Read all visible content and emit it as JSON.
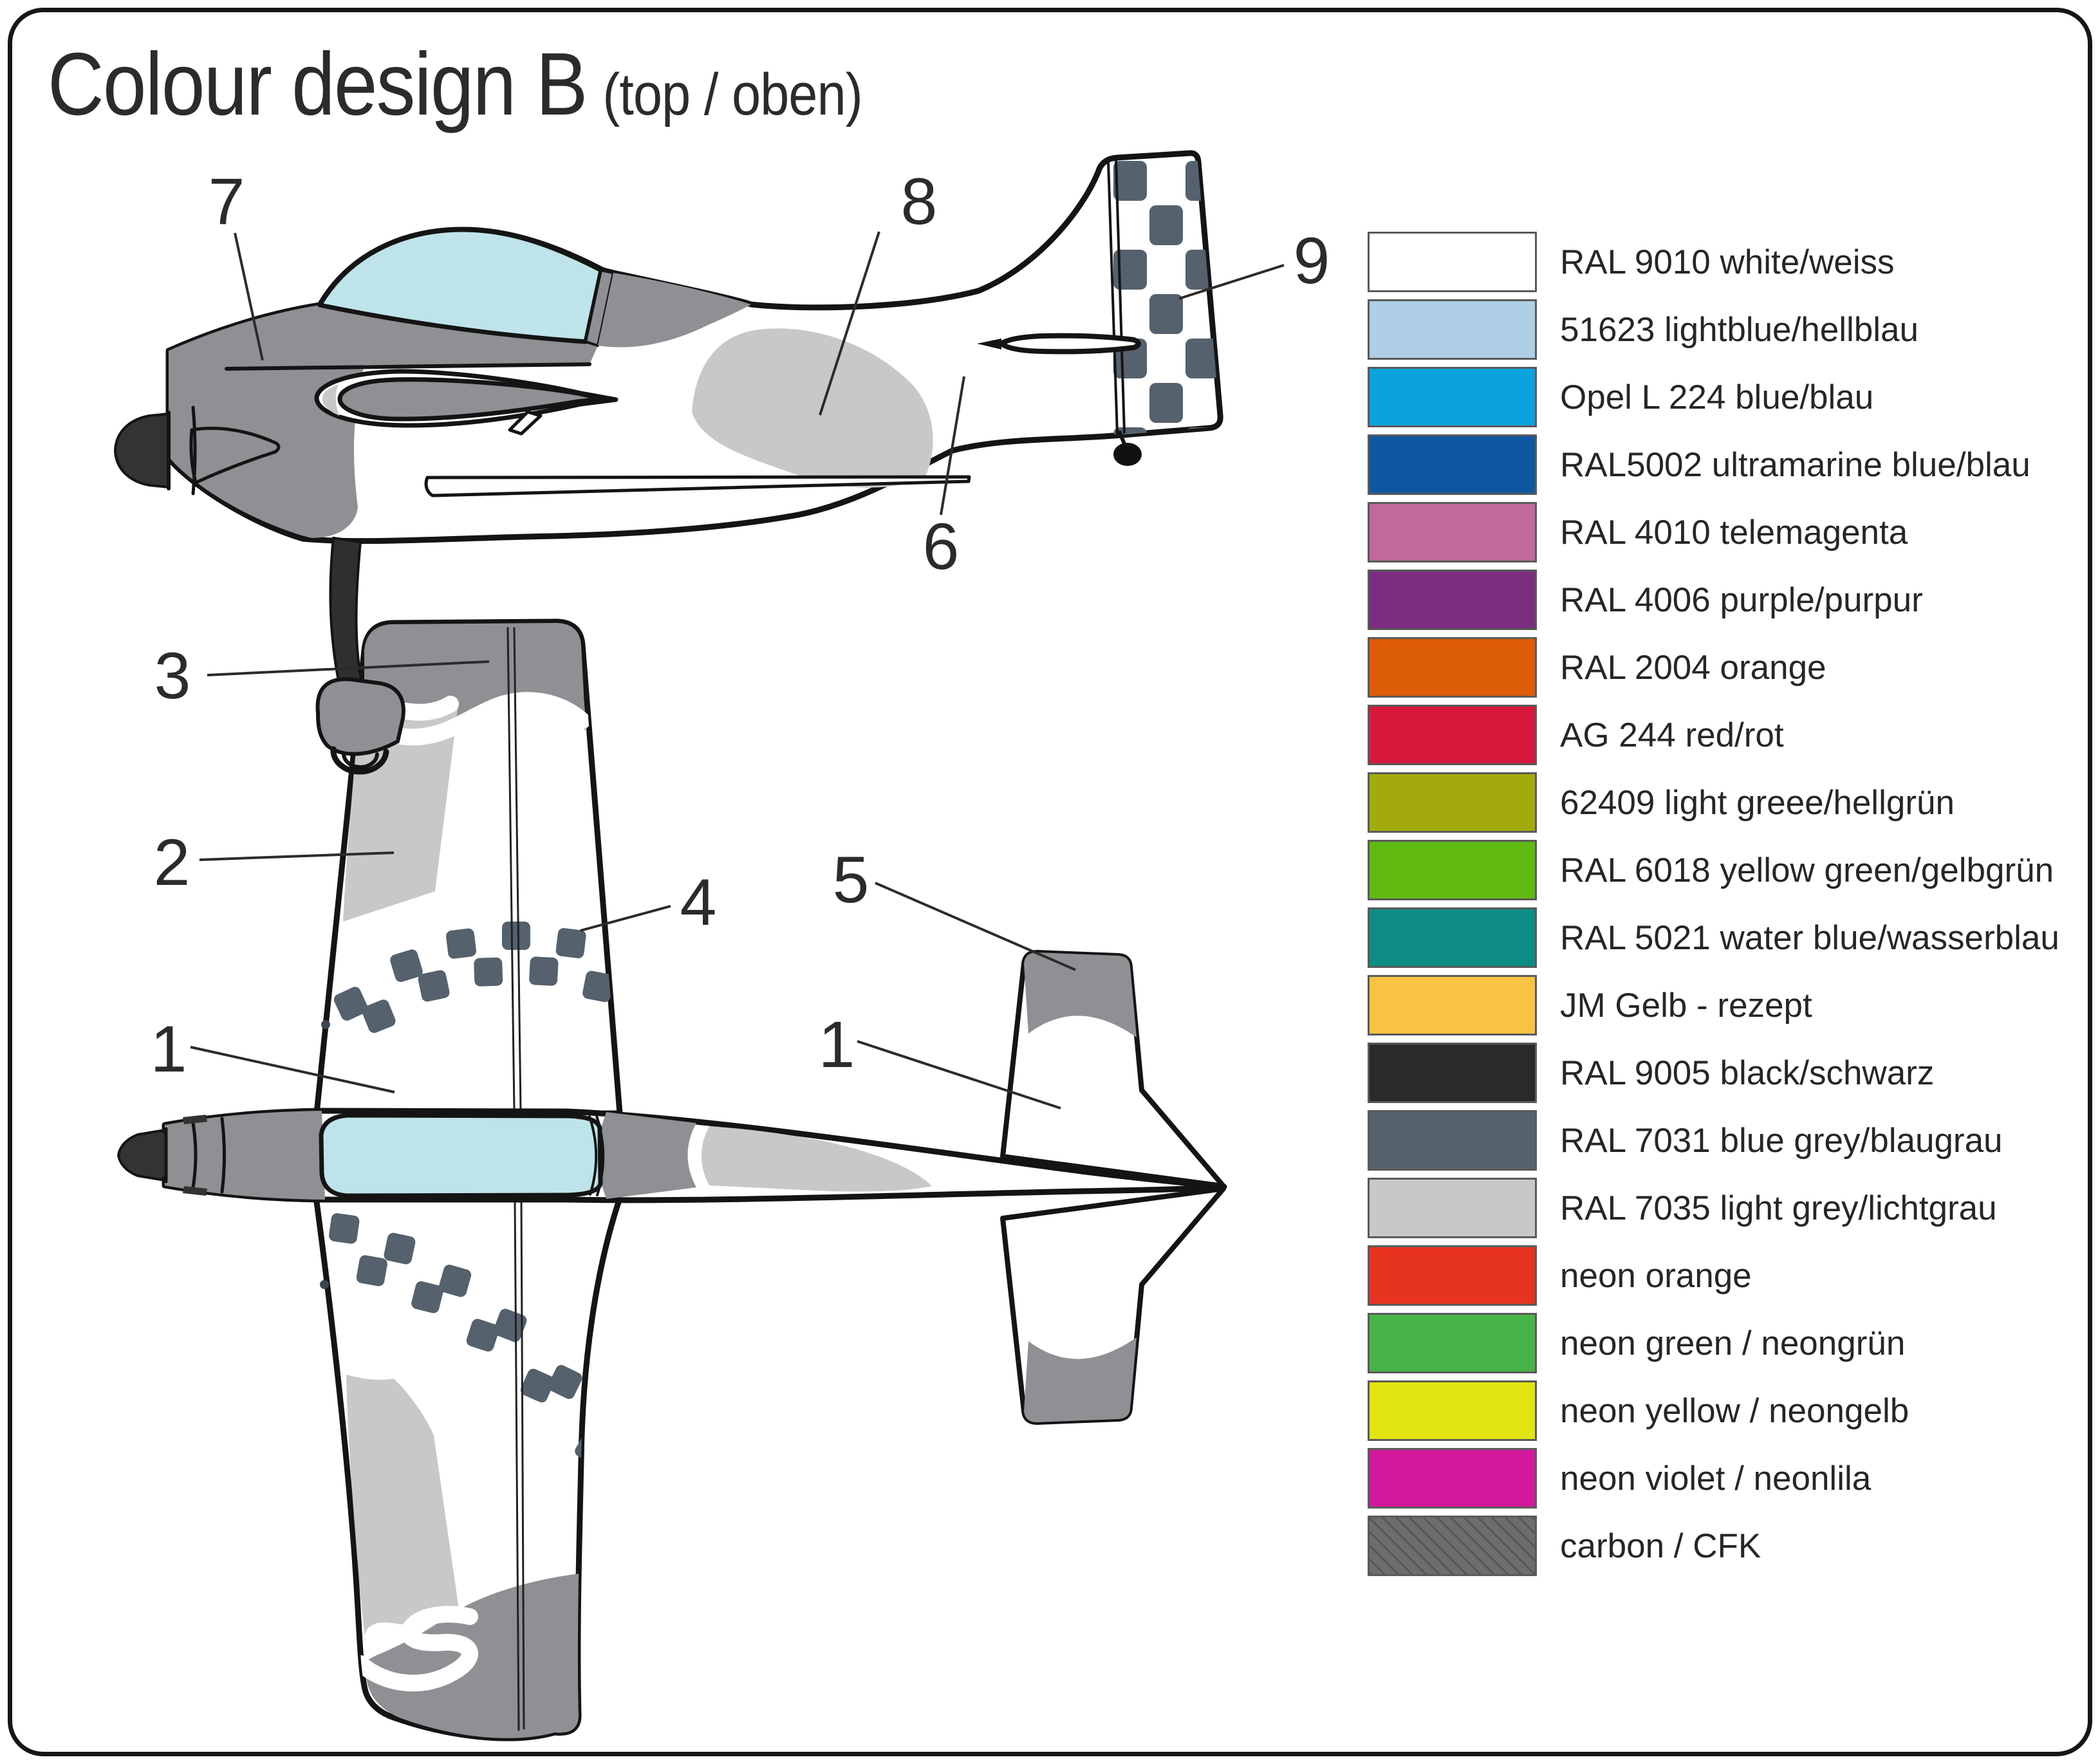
{
  "title": {
    "main": "Colour design B",
    "suffix": "(top / oben)"
  },
  "legend": {
    "items": [
      {
        "label": "RAL 9010 white/weiss",
        "color": "#ffffff"
      },
      {
        "label": "51623 lightblue/hellblau",
        "color": "#aecfe5"
      },
      {
        "label": "Opel L 224 blue/blau",
        "color": "#0aa3e0"
      },
      {
        "label": "RAL5002 ultramarine blue/blau",
        "color": "#1057a2"
      },
      {
        "label": "RAL 4010 telemagenta",
        "color": "#c0699a"
      },
      {
        "label": "RAL 4006 purple/purpur",
        "color": "#7c2d80"
      },
      {
        "label": "RAL 2004 orange",
        "color": "#dd5c08"
      },
      {
        "label": "AG 244 red/rot",
        "color": "#d8173c"
      },
      {
        "label": "62409 light greee/hellgrün",
        "color": "#a3ab0c"
      },
      {
        "label": "RAL 6018 yellow green/gelbgrün",
        "color": "#61ba12"
      },
      {
        "label": "RAL 5021 water blue/wasserblau",
        "color": "#0d8c85"
      },
      {
        "label": "JM Gelb - rezept",
        "color": "#f8c342"
      },
      {
        "label": "RAL 9005 black/schwarz",
        "color": "#2a2a2a"
      },
      {
        "label": "RAL 7031 blue grey/blaugrau",
        "color": "#56616e"
      },
      {
        "label": "RAL 7035 light grey/lichtgrau",
        "color": "#c6c8ca"
      },
      {
        "label": "neon orange",
        "color": "#e63420"
      },
      {
        "label": "neon green / neongrün",
        "color": "#47b447"
      },
      {
        "label": "neon yellow / neongelb",
        "color": "#e2e312"
      },
      {
        "label": "neon violet / neonlila",
        "color": "#d2199c"
      },
      {
        "label": "carbon / CFK",
        "color": "#6d6d6d"
      }
    ]
  },
  "callouts": {
    "side": [
      "7",
      "8",
      "9",
      "6"
    ],
    "top": [
      "3",
      "2",
      "1",
      "4",
      "5",
      "1"
    ]
  },
  "colors": {
    "outline": "#141414",
    "airframe_grey": "#8e9093",
    "light_grey": "#c6c8ca",
    "checker_blue_grey": "#55616d",
    "canopy_blue": "#bfe3ea",
    "spinner_dark": "#333333",
    "background": "#ffffff"
  }
}
